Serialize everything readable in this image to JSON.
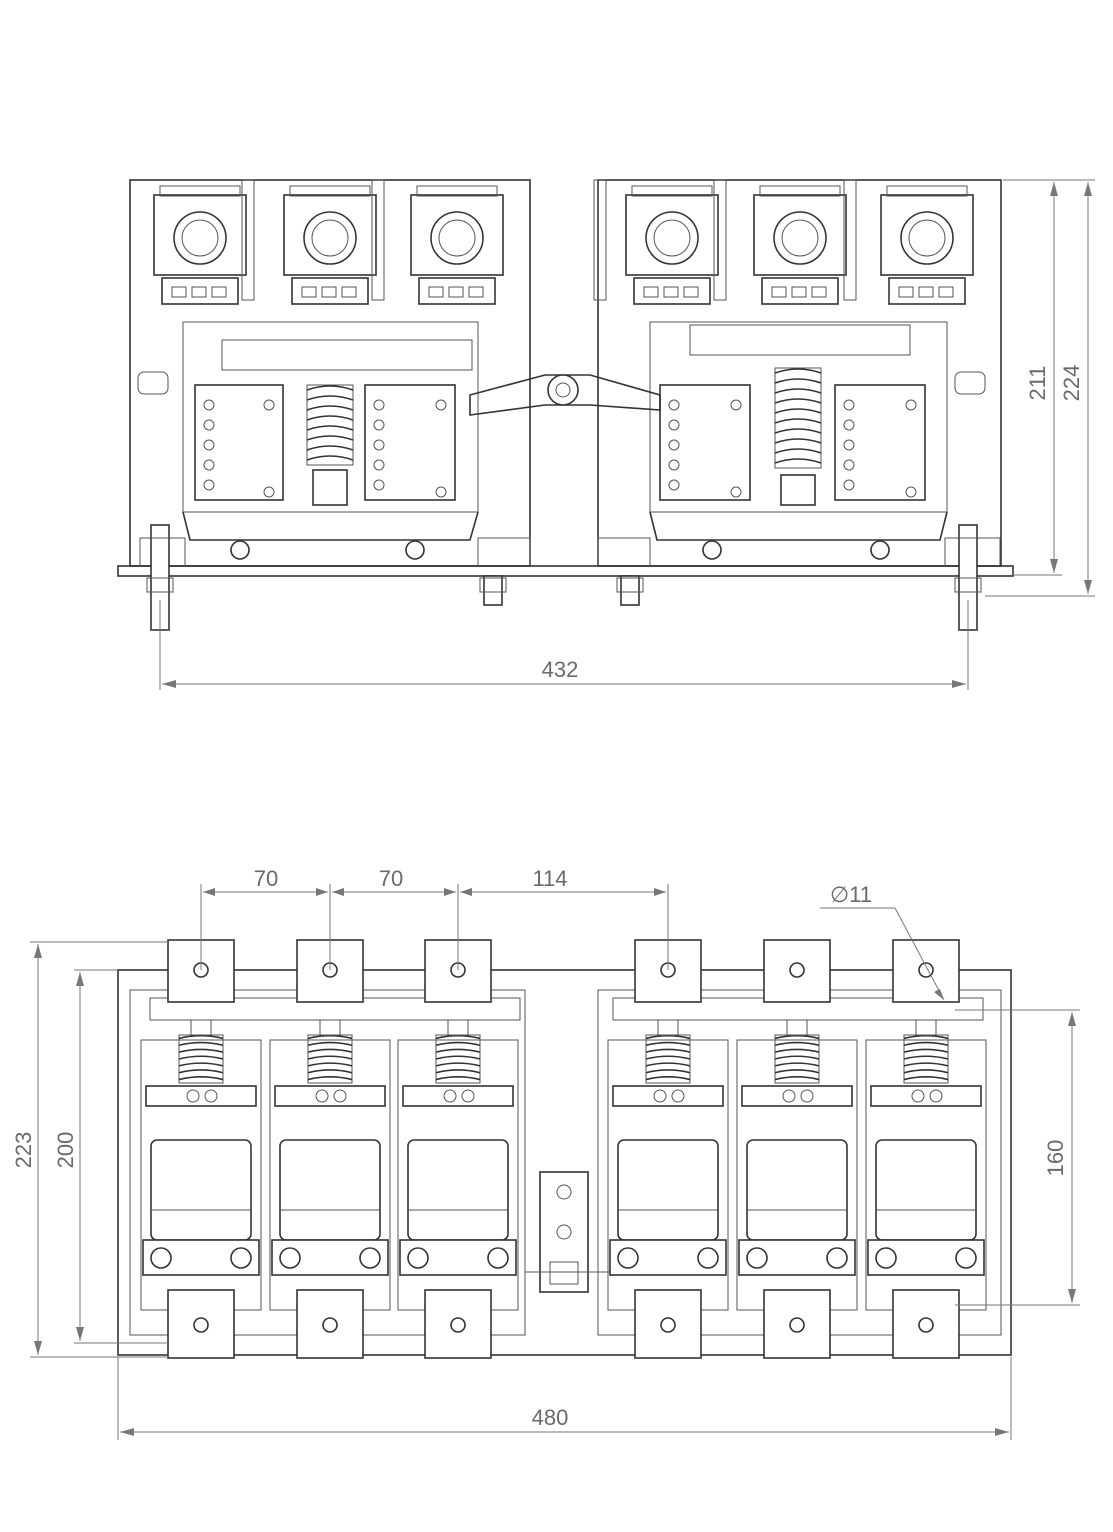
{
  "front_view": {
    "width_label": "432",
    "height_label_inner": "211",
    "height_label_outer": "224"
  },
  "top_view": {
    "pitch_labels": [
      "70",
      "70",
      "114"
    ],
    "hole_label": "∅11",
    "height_label_outer": "223",
    "height_label_inner": "200",
    "height_label_right": "160",
    "width_label": "480"
  },
  "colors": {
    "line": "#333333",
    "dimension": "#777777",
    "text": "#6a6a6a"
  }
}
